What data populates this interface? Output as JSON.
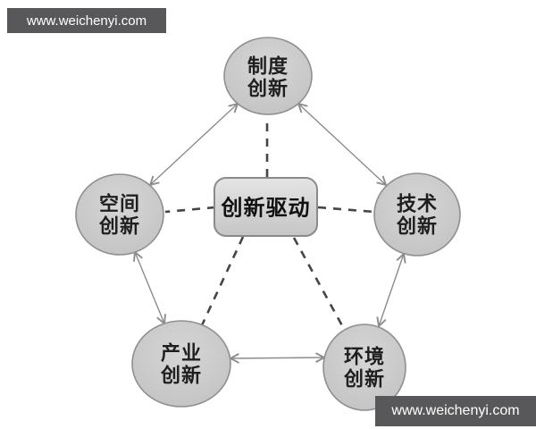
{
  "watermark": {
    "text": "www.weichenyi.com",
    "positions": [
      "top-left",
      "bottom-right"
    ]
  },
  "diagram": {
    "title_hint": "innovation-driven pentagon diagram",
    "center": {
      "id": "innovation-drive",
      "label": "创新驱动",
      "shape": "rounded-rectangle"
    },
    "nodes": [
      {
        "id": "institution",
        "label": "制度创新",
        "line1": "制度",
        "line2": "创新",
        "position": "top"
      },
      {
        "id": "space",
        "label": "空间创新",
        "line1": "空间",
        "line2": "创新",
        "position": "left"
      },
      {
        "id": "technology",
        "label": "技术创新",
        "line1": "技术",
        "line2": "创新",
        "position": "right"
      },
      {
        "id": "industry",
        "label": "产业创新",
        "line1": "产业",
        "line2": "创新",
        "position": "bottom-left"
      },
      {
        "id": "environment",
        "label": "环境创新",
        "line1": "环境",
        "line2": "创新",
        "position": "bottom-right"
      }
    ],
    "connections": {
      "solid_double_arrows": [
        [
          "institution",
          "space"
        ],
        [
          "institution",
          "technology"
        ],
        [
          "space",
          "industry"
        ],
        [
          "technology",
          "environment"
        ],
        [
          "industry",
          "environment"
        ]
      ],
      "dashed_center_links": [
        "institution",
        "space",
        "technology",
        "industry",
        "environment"
      ]
    }
  },
  "colors": {
    "background": "#ffffff",
    "node_fill": "#c9c9c9",
    "node_border": "#8f8f8f",
    "center_fill": "#d9d9d9",
    "solid_line": "#8c8c8c",
    "dashed_line": "#454545",
    "text": "#1f1f1f",
    "watermark_bg": "#58585a",
    "watermark_text": "#ffffff"
  }
}
